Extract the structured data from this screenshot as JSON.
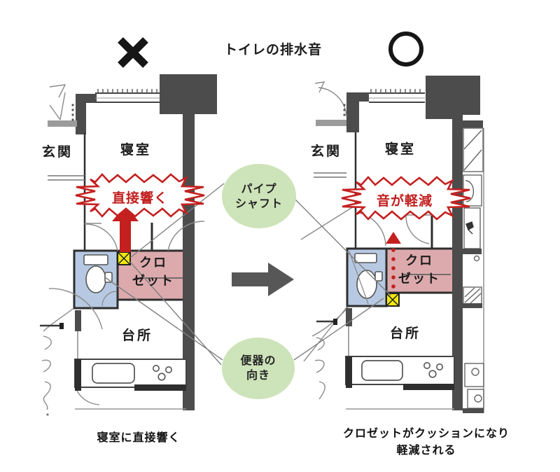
{
  "header": {
    "title": "トイレの排水音",
    "bad_mark": "×",
    "good_mark": "○"
  },
  "annotations": {
    "pipe_shaft": {
      "line1": "パイプ",
      "line2": "シャフト"
    },
    "toilet_direction": {
      "line1": "便器の",
      "line2": "向き"
    },
    "transform_arrow": "right-block-arrow"
  },
  "left_plan": {
    "result": "bad",
    "entrance_label": "玄関",
    "bedroom_label": "寝室",
    "burst_label": "直接響く",
    "closet_label_line1": "クロ",
    "closet_label_line2": "ゼット",
    "kitchen_label": "台所",
    "caption": "寝室に直接響く"
  },
  "right_plan": {
    "result": "good",
    "entrance_label": "玄関",
    "bedroom_label": "寝室",
    "burst_label": "音が軽減",
    "closet_label_line1": "クロ",
    "closet_label_line2": "ゼット",
    "kitchen_label": "台所",
    "caption_line1": "クロゼットがクッションになり",
    "caption_line2": "軽減される"
  },
  "legend_colors": {
    "wall_gray": "#4c4c4c",
    "closet_pink": "#dcaaad",
    "toilet_room_blue": "#b7c9e2",
    "pipe_shaft_yellow": "#f0e70e",
    "alert_red": "#c42020",
    "annotation_green": "#cde3b9"
  }
}
